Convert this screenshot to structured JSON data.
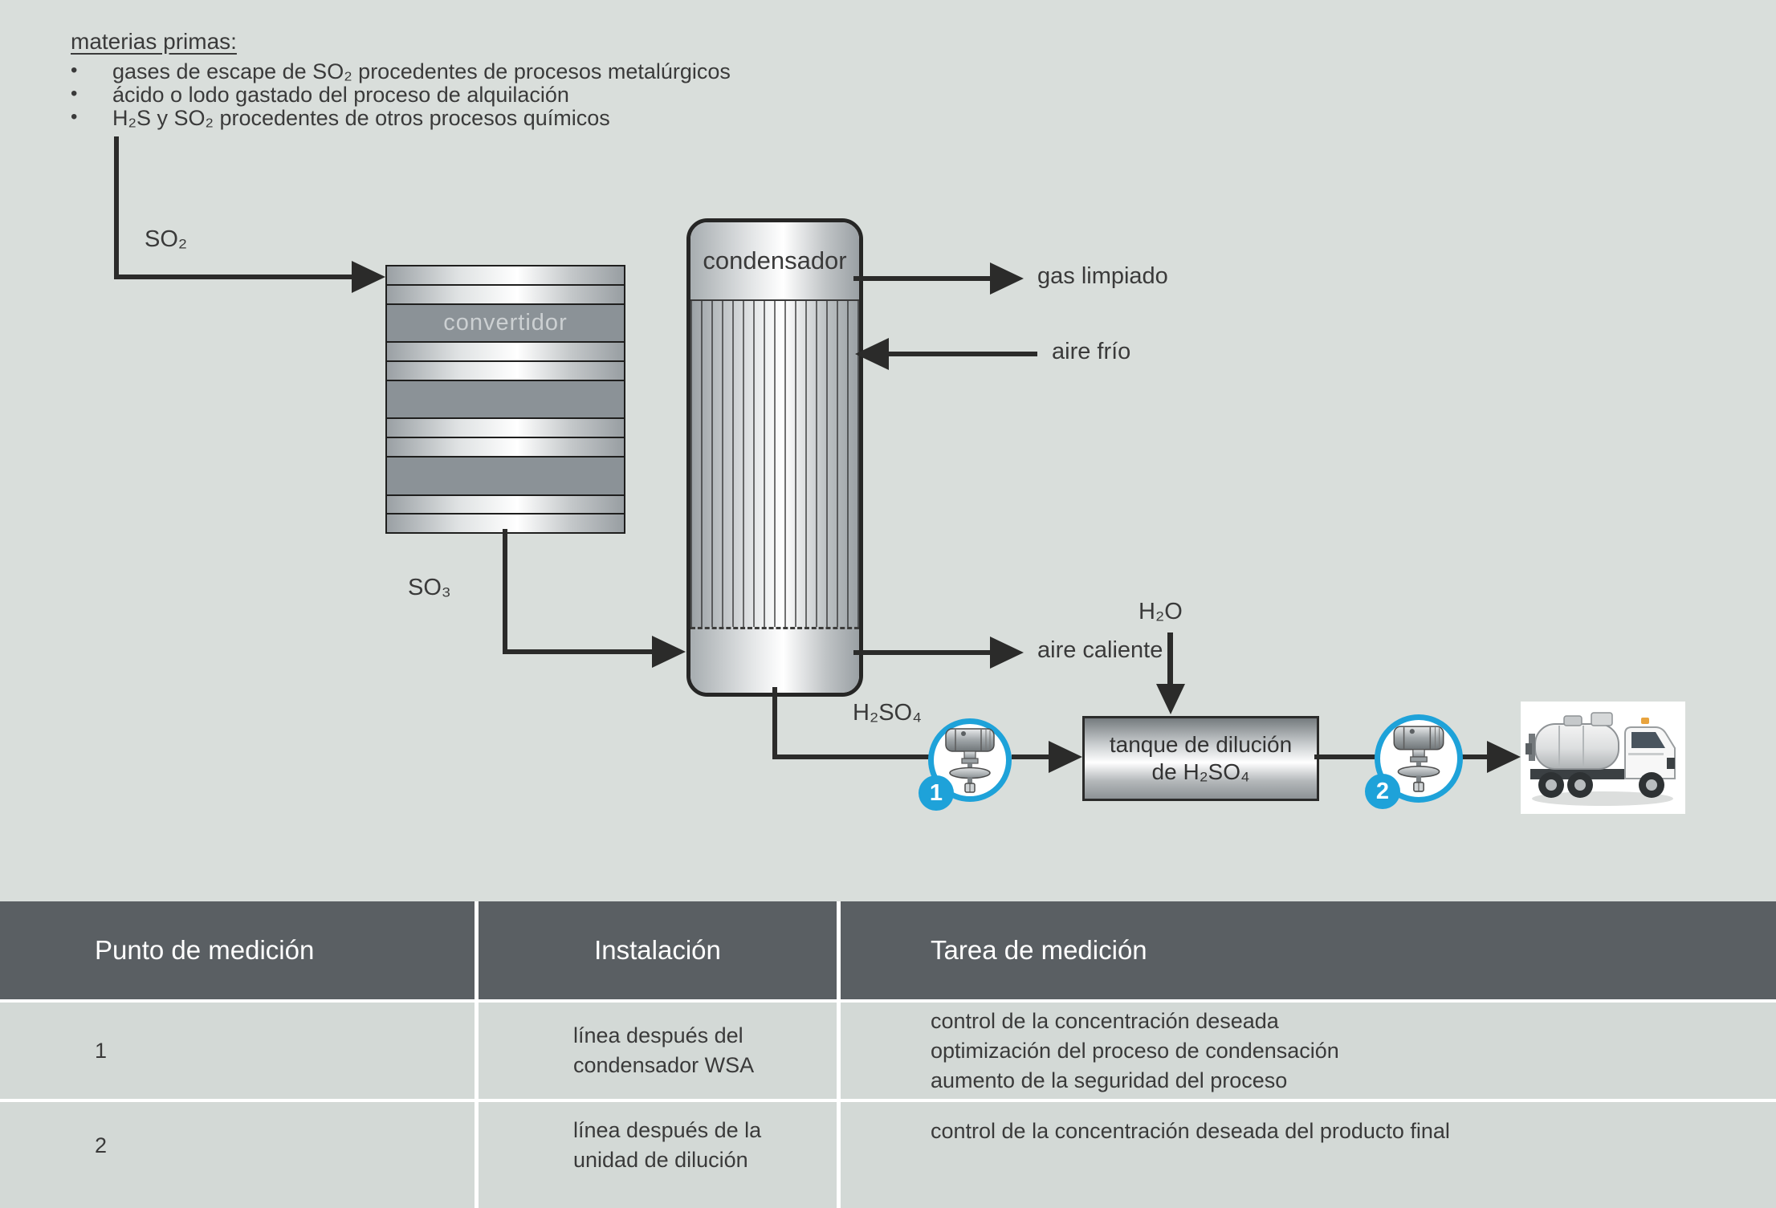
{
  "raw_materials": {
    "title": "materias primas:",
    "bullet_char": "•",
    "items": [
      "gases de escape de SO₂ procedentes de procesos metalúrgicos",
      "ácido o lodo gastado del proceso de alquilación",
      "H₂S y SO₂ procedentes de otros procesos químicos"
    ]
  },
  "diagram": {
    "flow_labels": {
      "so2": "SO₂",
      "so3": "SO₃",
      "h2so4": "H₂SO₄",
      "h2o": "H₂O",
      "gas_limpiado": "gas limpiado",
      "aire_frio": "aire frío",
      "aire_caliente": "aire caliente"
    },
    "converter_label": "convertidor",
    "condenser_label": "condensador",
    "tank_label_line1": "tanque de dilución",
    "tank_label_line2": "de H₂SO₄",
    "measure_points": [
      {
        "number": "1"
      },
      {
        "number": "2"
      }
    ]
  },
  "table": {
    "headers": [
      "Punto de medición",
      "Instalación",
      "Tarea de medición"
    ],
    "rows": [
      {
        "point": "1",
        "installation": [
          "línea después del",
          "condensador WSA"
        ],
        "task": [
          "control de la concentración deseada",
          "optimización del proceso de condensación",
          "aumento de la seguridad del proceso"
        ]
      },
      {
        "point": "2",
        "installation": [
          "línea después de la",
          "unidad de dilución"
        ],
        "task": [
          "control de la concentración deseada del producto final"
        ]
      }
    ]
  },
  "colors": {
    "accent_blue": "#1ea2d9",
    "table_header_bg": "#5a5f63",
    "background": "#d9dedb",
    "line": "#2b2b2a"
  }
}
